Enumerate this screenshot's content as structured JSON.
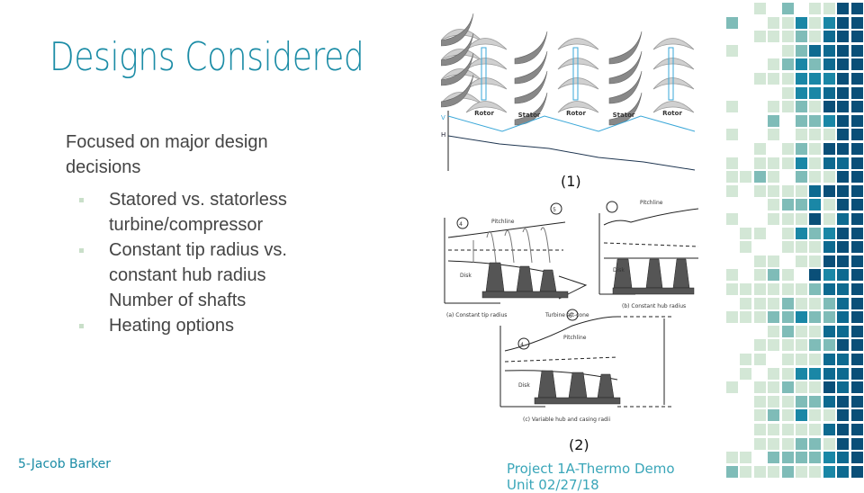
{
  "slide": {
    "title": "Designs Considered",
    "intro": "Focused on major design decisions",
    "bullets": [
      {
        "text": "Statored vs. statorless turbine/compressor",
        "bullet": true
      },
      {
        "text": "Constant tip radius vs. constant hub radius",
        "bullet": true
      },
      {
        "text": "Number of shafts",
        "bullet": false
      },
      {
        "text": "Heating options",
        "bullet": true
      }
    ],
    "footer_left": "5-Jacob Barker",
    "footer_right": "Project 1A-Thermo Demo Unit  02/27/18"
  },
  "figure1": {
    "caption": "(1)",
    "labels": [
      "Rotor",
      "Stator",
      "Rotor",
      "Stator",
      "Rotor"
    ],
    "axis_v": "V",
    "axis_h": "H"
  },
  "figure2": {
    "caption": "(2)",
    "pitchline": "Pitchline",
    "disk": "Disk",
    "station_in": "4",
    "station_out": "5",
    "sub_a": "(a) Constant tip radius",
    "aftcone": "Turbine aft-cone",
    "sub_b": "(b) Constant hub radius",
    "sub_c": "(c) Variable hub and casing radii"
  },
  "colors": {
    "accent": "#1b8ca6",
    "light": "#d3e7d6",
    "mid": "#7fbcb8",
    "teal": "#1a87a6",
    "dark": "#0e6a90",
    "darkest": "#0a4f78"
  }
}
